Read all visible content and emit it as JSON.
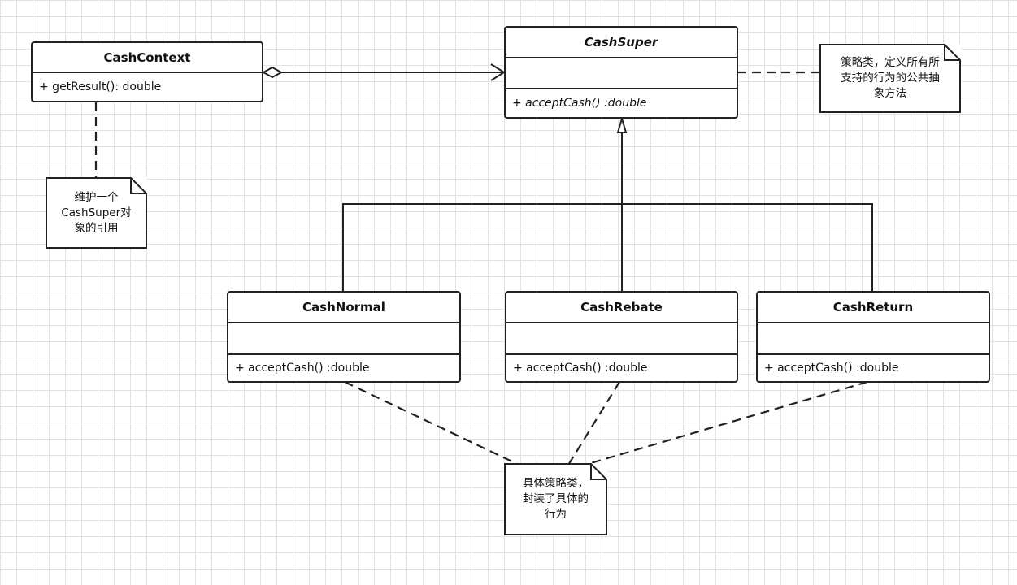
{
  "classes": {
    "cash_context": {
      "name": "CashContext",
      "operation": "+ getResult(): double"
    },
    "cash_super": {
      "name": "CashSuper",
      "operation": "+ acceptCash() :double"
    },
    "cash_normal": {
      "name": "CashNormal",
      "operation": "+ acceptCash() :double"
    },
    "cash_rebate": {
      "name": "CashRebate",
      "operation": "+ acceptCash() :double"
    },
    "cash_return": {
      "name": "CashReturn",
      "operation": "+ acceptCash() :double"
    }
  },
  "notes": {
    "context_note": {
      "line1": "维护一个",
      "line2": "CashSuper对",
      "line3": "象的引用"
    },
    "super_note": {
      "line1": "策略类，定义所有所",
      "line2": "支持的行为的公共抽",
      "line3": "象方法"
    },
    "concrete_note": {
      "line1": "具体策略类，",
      "line2": "封装了具体的",
      "line3": "行为"
    }
  }
}
